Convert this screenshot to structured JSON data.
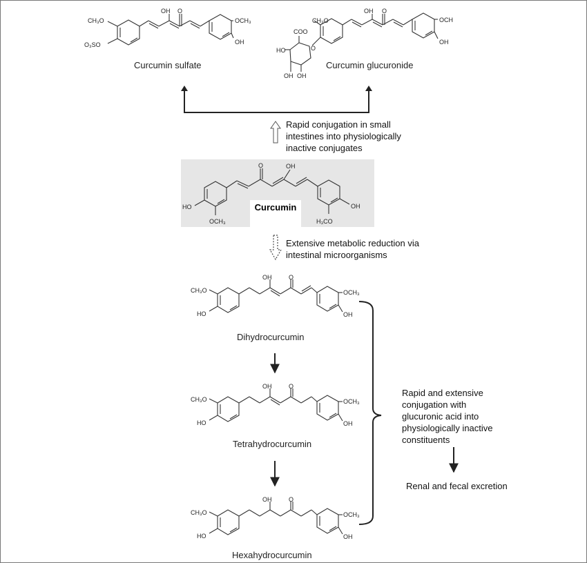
{
  "compounds": {
    "sulfate": "Curcumin sulfate",
    "glucuronide": "Curcumin glucuronide",
    "curcumin": "Curcumin",
    "dihydro": "Dihydrocurcumin",
    "tetrahydro": "Tetrahydrocurcumin",
    "hexahydro": "Hexahydrocurcumin"
  },
  "notes": {
    "conjugation": [
      "Rapid conjugation in small",
      "intestines into physiologically",
      "inactive conjugates"
    ],
    "reduction": [
      "Extensive metabolic reduction via",
      "intestinal microorganisms"
    ],
    "glucuronic": [
      "Rapid and extensive",
      "conjugation with",
      "glucuronic acid into",
      "physiologically inactive",
      "constituents"
    ],
    "excretion": "Renal and fecal excretion"
  },
  "atoms": {
    "ch3o": "CH₃O",
    "och3": "OCH₃",
    "och": "OCH",
    "oh": "OH",
    "ho": "HO",
    "o": "O",
    "o3so": "O₃SO",
    "coo": "COO",
    "och3_curcumin": "OCH₃",
    "h3co": "H₃CO"
  },
  "colors": {
    "curcumin_box": "#e6e6e6",
    "arrow": "#222222"
  }
}
